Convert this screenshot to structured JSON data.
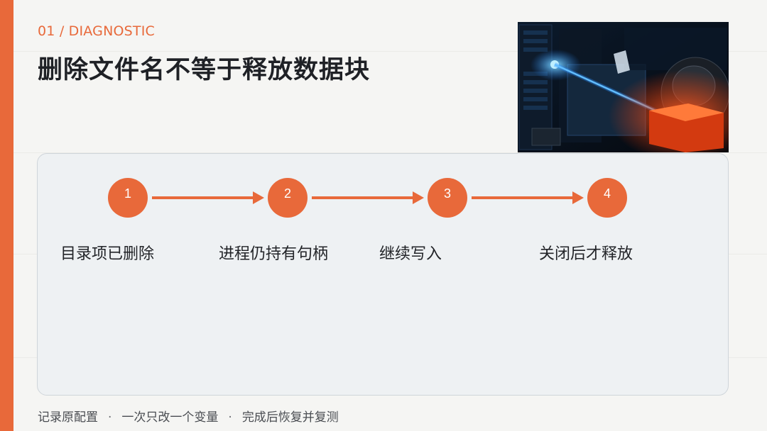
{
  "header": {
    "kicker": "01 / DIAGNOSTIC",
    "title": "删除文件名不等于释放数据块"
  },
  "colors": {
    "accent": "#e8693a",
    "card_bg": "#eef1f3",
    "card_border": "#cfd5da",
    "title": "#1f2126"
  },
  "hero_image": {
    "icon": "server-rack-hard-drive-illustration"
  },
  "flow": {
    "steps": [
      {
        "number": "1",
        "label": "目录项已删除"
      },
      {
        "number": "2",
        "label": "进程仍持有句柄"
      },
      {
        "number": "3",
        "label": "继续写入"
      },
      {
        "number": "4",
        "label": "关闭后才释放"
      }
    ]
  },
  "footer": {
    "items": [
      "记录原配置",
      "一次只改一个变量",
      "完成后恢复并复测"
    ],
    "separator": "·"
  }
}
